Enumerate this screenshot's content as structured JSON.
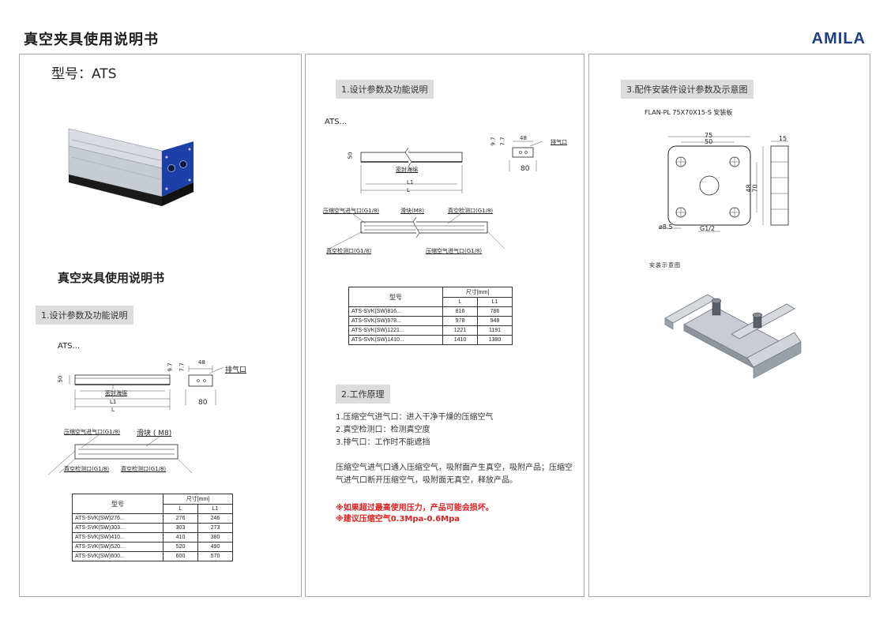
{
  "header": {
    "title": "真空夹具使用说明书",
    "brand": "AMILA"
  },
  "panel1": {
    "model_label": "型号：ATS",
    "manual_title": "真空夹具使用说明书",
    "section_label": "1.设计参数及功能说明",
    "series_label": "ATS...",
    "drawing_labels": {
      "dim_50": "50",
      "dim_9_7": "9.7",
      "dim_7_7": "7.7",
      "dim_48": "48",
      "dim_80": "80",
      "exhaust": "排气口",
      "sponge": "密封海绵",
      "l1": "L1",
      "l": "L",
      "air_inlet": "压缩空气进气口(G1/8)",
      "slider": "滑块 ( M8)",
      "vac_check_1": "真空检测口(G1/8)",
      "vac_check_2": "真空检测口(G1/8)"
    },
    "table": {
      "model_header": "型号",
      "size_header": "尺寸[mm]",
      "col_l": "L",
      "col_l1": "L1",
      "rows": [
        {
          "model": "ATS-SVK(SW)276...",
          "l": "276",
          "l1": "246"
        },
        {
          "model": "ATS-SVK(SW)303...",
          "l": "303",
          "l1": "273"
        },
        {
          "model": "ATS-SVK(SW)410...",
          "l": "410",
          "l1": "380"
        },
        {
          "model": "ATS-SVK(SW)520...",
          "l": "520",
          "l1": "490"
        },
        {
          "model": "ATS-SVK(SW)600...",
          "l": "600",
          "l1": "570"
        }
      ]
    }
  },
  "panel2": {
    "section_label": "1.设计参数及功能说明",
    "series_label": "ATS...",
    "drawing_labels": {
      "dim_50": "50",
      "dim_9_7": "9.7",
      "dim_7_7": "7.7",
      "dim_48": "48",
      "dim_80": "80",
      "exhaust": "排气口",
      "sponge": "密封海绵",
      "l1": "L1",
      "l": "L",
      "air_inlet": "压缩空气进气口(G1/8)",
      "slider": "滑块(M8)",
      "vac_check_top": "真空检测口(G1/8)",
      "vac_check_bottom": "真空检测口(G1/8)",
      "air_inlet_2": "压缩空气进气口(G1/8)"
    },
    "table": {
      "model_header": "型号",
      "size_header": "尺寸[mm]",
      "col_l": "L",
      "col_l1": "L1",
      "rows": [
        {
          "model": "ATS-SVK(SW)816...",
          "l": "816",
          "l1": "786"
        },
        {
          "model": "ATS-SVK(SW)978...",
          "l": "978",
          "l1": "948"
        },
        {
          "model": "ATS-SVK(SW)1221...",
          "l": "1221",
          "l1": "1191"
        },
        {
          "model": "ATS-SVK(SW)1410...",
          "l": "1410",
          "l1": "1380"
        }
      ]
    },
    "principle_label": "2.工作原理",
    "principle_items": [
      "1.压缩空气进气口：进入干净干燥的压缩空气",
      "2.真空检测口：检测真空度",
      "3.排气口：工作时不能遮挡"
    ],
    "principle_para": "压缩空气进气口通入压缩空气，吸附面产生真空，吸附产品；压缩空气进气口断开压缩空气，吸附面无真空，释放产品。",
    "warnings": [
      "※如果超过最高使用压力，产品可能会损坏。",
      "※建议压缩空气0.3Mpa-0.6Mpa"
    ]
  },
  "panel3": {
    "section_label": "3.配件安装件设计参数及示意图",
    "plate_label": "FLAN-PL 75X70X15-S 安装板",
    "plate_dims": {
      "d75": "75",
      "d50": "50",
      "d48": "48",
      "d70": "70",
      "d15": "15",
      "hole": "ø8.5",
      "thread": "G1/2"
    },
    "install_label": "安装示意图"
  },
  "colors": {
    "brand": "#1e3f86",
    "section_bg": "#dcdcdc",
    "warning": "#e02020",
    "clamp_blue": "#1d3fa8"
  }
}
